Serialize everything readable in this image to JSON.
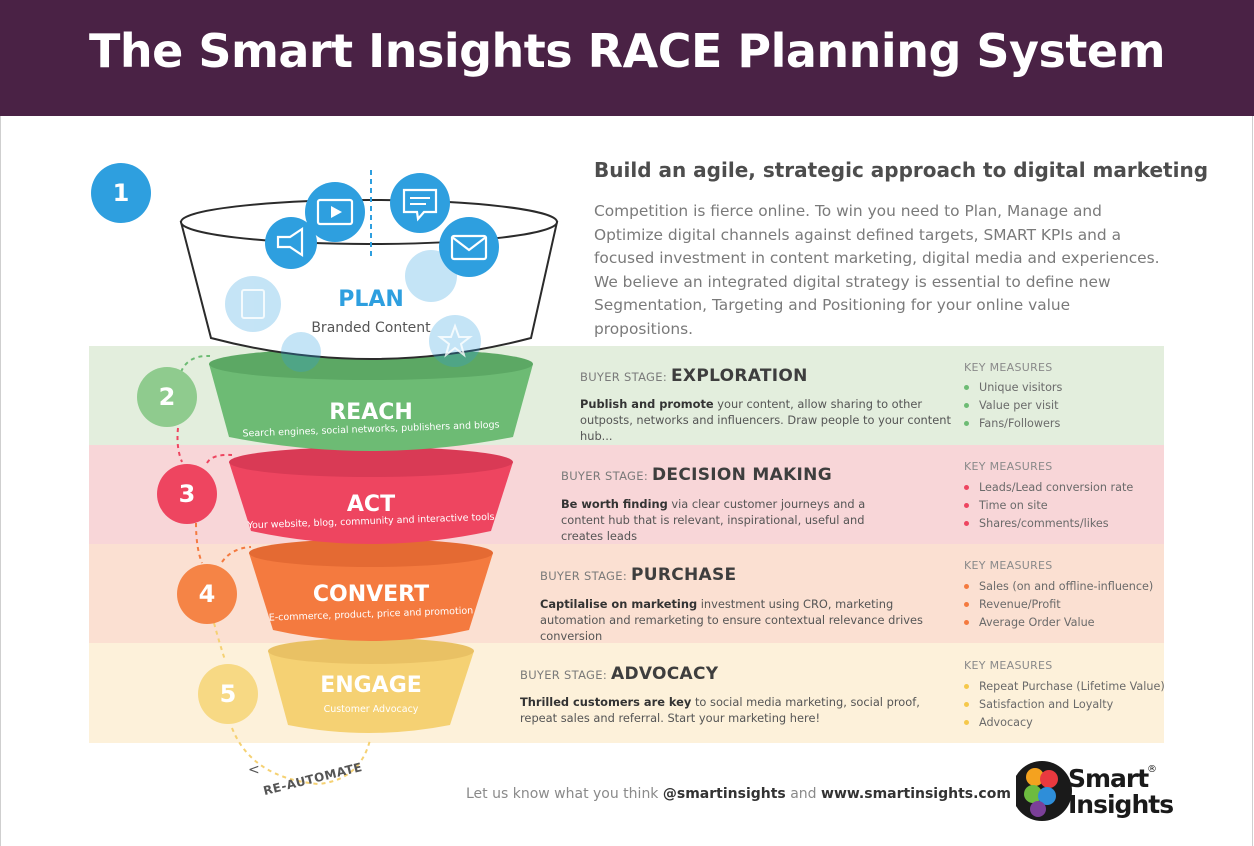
{
  "title": "The Smart Insights RACE Planning System",
  "headline": "Build an agile, strategic approach to digital marketing",
  "intro": "Competition is fierce online. To win you need to Plan, Manage and Optimize digital channels against defined targets, SMART KPIs and a focused investment in content marketing, digital media and experiences. We believe an integrated digital strategy is essential to define new Segmentation, Targeting and Positioning for your online value propositions.",
  "plan": {
    "number": "1",
    "title": "PLAN",
    "subtitle": "Branded Content"
  },
  "buyer_stage_label": "BUYER STAGE:",
  "key_measures_label": "KEY MEASURES",
  "stages": [
    {
      "number": "2",
      "funnel_title": "REACH",
      "funnel_subtitle": "Search engines, social networks, publishers and blogs",
      "buyer_stage": "EXPLORATION",
      "desc_bold": "Publish and promote",
      "desc_rest": " your content, allow sharing to other outposts, networks and influencers. Draw people to your content hub...",
      "measures": [
        "Unique visitors",
        "Value per visit",
        "Fans/Followers"
      ],
      "color": "#6dbb74",
      "circle_color": "#8fcb8e"
    },
    {
      "number": "3",
      "funnel_title": "ACT",
      "funnel_subtitle": "Your website, blog, community and interactive tools",
      "buyer_stage": "DECISION MAKING",
      "desc_bold": "Be worth finding",
      "desc_rest": " via clear customer journeys and a content hub that is relevant, inspirational, useful and creates leads",
      "measures": [
        "Leads/Lead conversion rate",
        "Time on site",
        "Shares/comments/likes"
      ],
      "color": "#ee4560",
      "circle_color": "#ee4560"
    },
    {
      "number": "4",
      "funnel_title": "CONVERT",
      "funnel_subtitle": "E-commerce, product, price and promotion",
      "buyer_stage": "PURCHASE",
      "desc_bold": "Captilalise on marketing",
      "desc_rest": " investment using CRO, marketing automation and remarketing to ensure contextual relevance drives conversion",
      "measures": [
        "Sales (on and offline-influence)",
        "Revenue/Profit",
        "Average Order Value"
      ],
      "color": "#f47a3f",
      "circle_color": "#f58446"
    },
    {
      "number": "5",
      "funnel_title": "ENGAGE",
      "funnel_subtitle": "Customer Advocacy",
      "buyer_stage": "ADVOCACY",
      "desc_bold": "Thrilled customers are key",
      "desc_rest": " to social media marketing, social proof, repeat sales and referral. Start your marketing here!",
      "measures": [
        "Repeat Purchase (Lifetime Value)",
        "Satisfaction and Loyalty",
        "Advocacy"
      ],
      "color": "#f5d173",
      "circle_color": "#f7d984"
    }
  ],
  "reautomate": "RE-AUTOMATE",
  "footer": {
    "pre": "Let us know what you think ",
    "handle": "@smartinsights",
    "mid": " and ",
    "site": "www.smartinsights.com"
  },
  "logo": {
    "line1": "Smart",
    "line2": "Insights",
    "reg": "®"
  },
  "colors": {
    "header": "#4a2245",
    "plan_blue": "#2e9fdf"
  },
  "icons": [
    "video-icon",
    "chat-icon",
    "megaphone-icon",
    "email-icon",
    "document-icon",
    "star-icon"
  ]
}
